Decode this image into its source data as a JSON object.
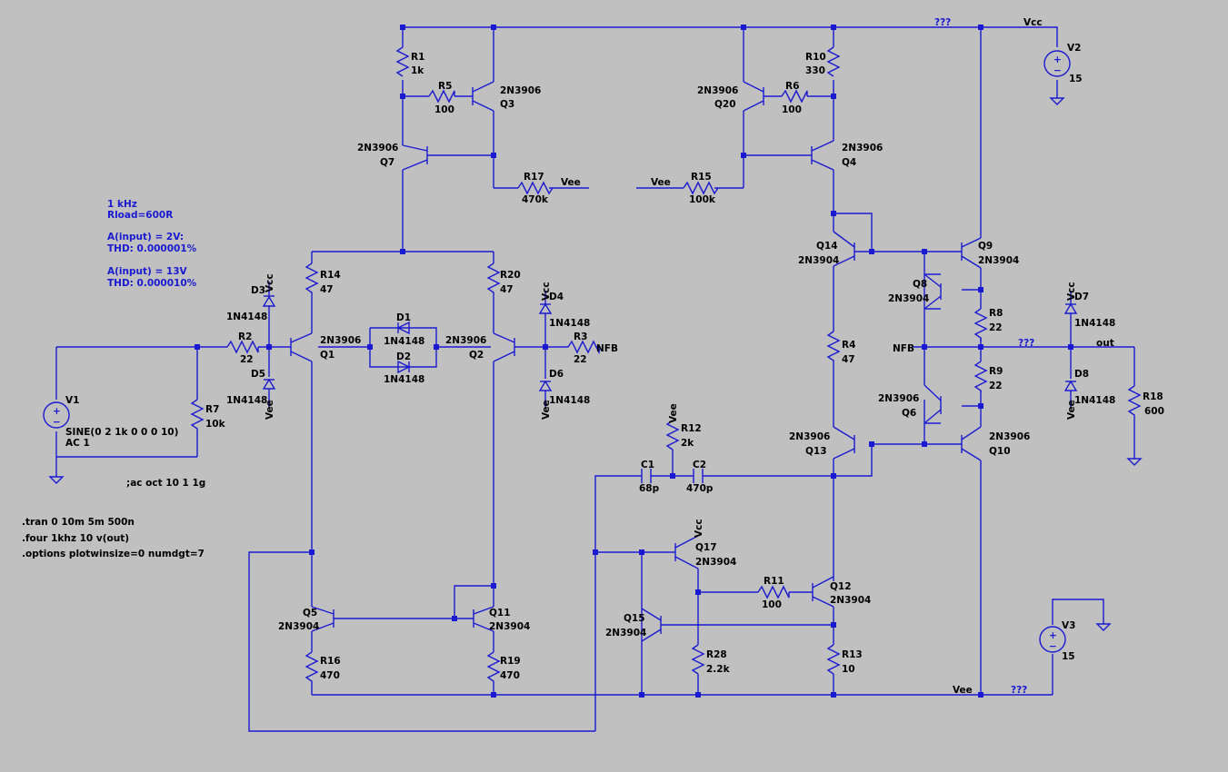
{
  "components": [
    {
      "ref": "R1",
      "value": "1k"
    },
    {
      "ref": "R5",
      "value": "100"
    },
    {
      "ref": "Q3",
      "value": "2N3906"
    },
    {
      "ref": "Q7",
      "value": "2N3906"
    },
    {
      "ref": "R17",
      "value": "470k"
    },
    {
      "ref": "R10",
      "value": "330"
    },
    {
      "ref": "R6",
      "value": "100"
    },
    {
      "ref": "Q20",
      "value": "2N3906"
    },
    {
      "ref": "Q4",
      "value": "2N3906"
    },
    {
      "ref": "R15",
      "value": "100k"
    },
    {
      "ref": "R14",
      "value": "47"
    },
    {
      "ref": "R20",
      "value": "47"
    },
    {
      "ref": "Q1",
      "value": "2N3906"
    },
    {
      "ref": "Q2",
      "value": "2N3906"
    },
    {
      "ref": "D1",
      "value": "1N4148"
    },
    {
      "ref": "D2",
      "value": "1N4148"
    },
    {
      "ref": "D3",
      "value": "1N4148"
    },
    {
      "ref": "D4",
      "value": "1N4148"
    },
    {
      "ref": "D5",
      "value": "1N4148"
    },
    {
      "ref": "D6",
      "value": "1N4148"
    },
    {
      "ref": "D7",
      "value": "1N4148"
    },
    {
      "ref": "D8",
      "value": "1N4148"
    },
    {
      "ref": "R2",
      "value": "22"
    },
    {
      "ref": "R3",
      "value": "22"
    },
    {
      "ref": "R7",
      "value": "10k"
    },
    {
      "ref": "V1",
      "value": "SINE(0 2 1k 0 0 0 10)",
      "value2": "AC 1"
    },
    {
      "ref": "V2",
      "value": "15"
    },
    {
      "ref": "V3",
      "value": "15"
    },
    {
      "ref": "Q14",
      "value": "2N3904"
    },
    {
      "ref": "Q9",
      "value": "2N3904"
    },
    {
      "ref": "Q8",
      "value": "2N3904"
    },
    {
      "ref": "R8",
      "value": "22"
    },
    {
      "ref": "R4",
      "value": "47"
    },
    {
      "ref": "R9",
      "value": "22"
    },
    {
      "ref": "Q6",
      "value": "2N3906"
    },
    {
      "ref": "Q13",
      "value": "2N3906"
    },
    {
      "ref": "Q10",
      "value": "2N3906"
    },
    {
      "ref": "R12",
      "value": "2k"
    },
    {
      "ref": "C1",
      "value": "68p"
    },
    {
      "ref": "C2",
      "value": "470p"
    },
    {
      "ref": "Q17",
      "value": "2N3904"
    },
    {
      "ref": "Q15",
      "value": "2N3904"
    },
    {
      "ref": "R11",
      "value": "100"
    },
    {
      "ref": "Q12",
      "value": "2N3904"
    },
    {
      "ref": "R28",
      "value": "2.2k"
    },
    {
      "ref": "R13",
      "value": "10"
    },
    {
      "ref": "Q5",
      "value": "2N3904"
    },
    {
      "ref": "Q11",
      "value": "2N3904"
    },
    {
      "ref": "R16",
      "value": "470"
    },
    {
      "ref": "R19",
      "value": "470"
    },
    {
      "ref": "R18",
      "value": "600"
    }
  ],
  "nets": {
    "vcc": "Vcc",
    "vee": "Vee",
    "nfb": "NFB",
    "out": "out",
    "unknown": "???"
  },
  "comments": {
    "line1": "1 kHz",
    "line2": "Rload=600R",
    "line3": "A(input) = 2V:",
    "line4": "THD:  0.000001%",
    "line5": "A(input) = 13V",
    "line6": "THD: 0.000010%"
  },
  "directives": {
    "ac": ";ac oct 10 1 1g",
    "tran": ".tran 0 10m 5m 500n",
    "four": ".four 1khz 10 v(out)",
    "options": ".options plotwinsize=0 numdgt=7"
  },
  "colors": {
    "wire": "#1a1ad0",
    "background": "#c0c0c0",
    "text": "#000000",
    "comment": "#1a1ad0"
  }
}
